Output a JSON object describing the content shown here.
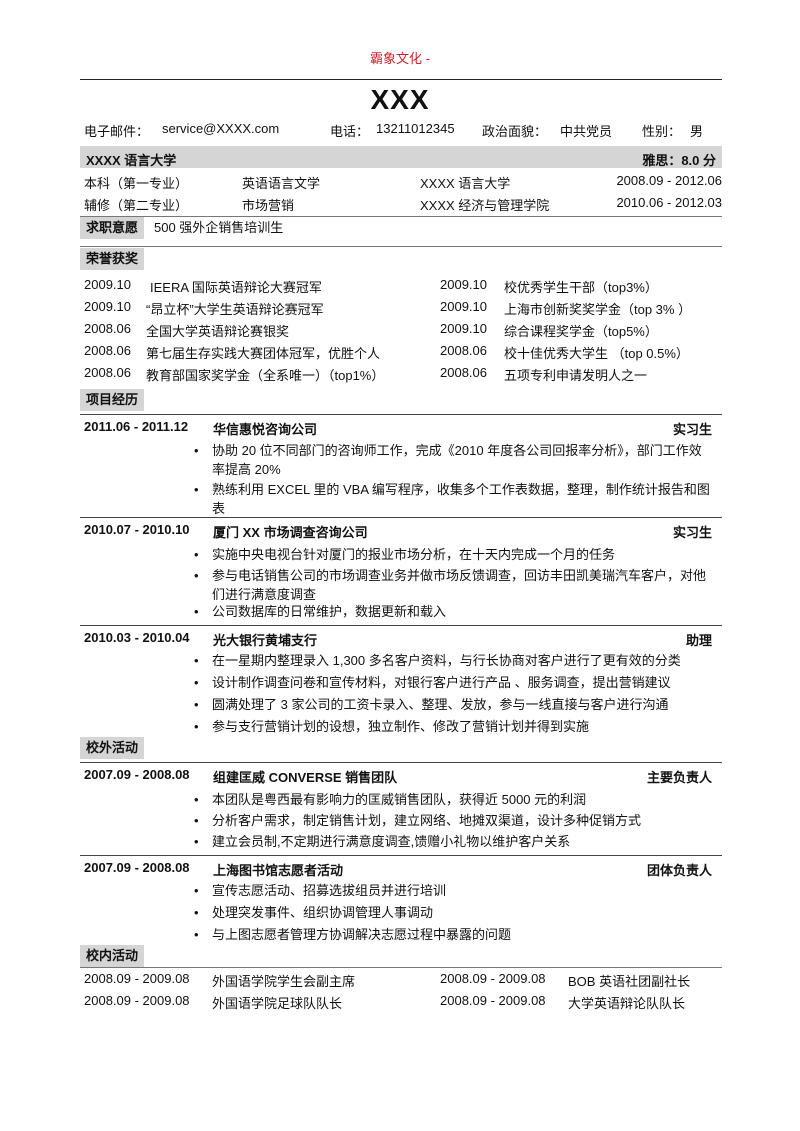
{
  "brand": "霸象文化 -",
  "name": "XXX",
  "contact": {
    "email_label": "电子邮件：",
    "email": "service@XXXX.com",
    "phone_label": "电话：",
    "phone": "13211012345",
    "politics_label": "政治面貌：",
    "politics": "中共党员",
    "gender_label": "性别：",
    "gender": "男"
  },
  "education": {
    "school": "XXXX 语言大学",
    "score": "雅思：8.0 分",
    "rows": [
      {
        "type": "本科（第一专业）",
        "major": "英语语言文学",
        "school": "XXXX 语言大学",
        "period": "2008.09 - 2012.06"
      },
      {
        "type": "辅修（第二专业）",
        "major": "市场营销",
        "school": "XXXX 经济与管理学院",
        "period": "2010.06 - 2012.03"
      }
    ]
  },
  "objective": {
    "label": "求职意愿",
    "text": "500 强外企销售培训生"
  },
  "honors": {
    "label": "荣誉获奖",
    "left": [
      {
        "date": "2009.10",
        "text": "IEERA 国际英语辩论大赛冠军"
      },
      {
        "date": "2009.10",
        "text": "“昂立杯”大学生英语辩论赛冠军"
      },
      {
        "date": "2008.06",
        "text": "全国大学英语辩论赛银奖"
      },
      {
        "date": "2008.06",
        "text": "第七届生存实践大赛团体冠军，优胜个人"
      },
      {
        "date": "2008.06",
        "text": "教育部国家奖学金（全系唯一）（top1%）"
      }
    ],
    "right": [
      {
        "date": "2009.10",
        "text": "校优秀学生干部（top3%）"
      },
      {
        "date": "2009.10",
        "text": "上海市创新奖奖学金（top 3% ）"
      },
      {
        "date": "2009.10",
        "text": "综合课程奖学金（top5%）"
      },
      {
        "date": "2008.06",
        "text": "校十佳优秀大学生 （top 0.5%）"
      },
      {
        "date": "2008.06",
        "text": "五项专利申请发明人之一"
      }
    ]
  },
  "projects": {
    "label": "项目经历",
    "entries": [
      {
        "date": "2011.06 - 2011.12",
        "org": "华信惠悦咨询公司",
        "role": "实习生",
        "bullets": [
          "协助 20 位不同部门的咨询师工作，完成《2010 年度各公司回报率分析》，部门工作效率提高 20%",
          "熟练利用 EXCEL 里的 VBA 编写程序，收集多个工作表数据，整理，制作统计报告和图表"
        ]
      },
      {
        "date": "2010.07 - 2010.10",
        "org": "厦门 XX 市场调查咨询公司",
        "role": "实习生",
        "bullets": [
          "实施中央电视台针对厦门的报业市场分析，在十天内完成一个月的任务",
          "参与电话销售公司的市场调查业务并做市场反馈调查，回访丰田凯美瑞汽车客户，对他们进行满意度调查",
          "公司数据库的日常维护，数据更新和载入"
        ]
      },
      {
        "date": "2010.03 - 2010.04",
        "org": "光大银行黄埔支行",
        "role": "助理",
        "bullets": [
          "在一星期内整理录入 1,300 多名客户资料，与行长协商对客户进行了更有效的分类",
          "设计制作调查问卷和宣传材料，对银行客户进行产品 、服务调查，提出营销建议",
          "圆满处理了 3 家公司的工资卡录入、整理、发放，参与一线直接与客户进行沟通",
          "参与支行营销计划的设想，独立制作、修改了营销计划并得到实施"
        ]
      }
    ]
  },
  "outside": {
    "label": "校外活动",
    "entries": [
      {
        "date": "2007.09 - 2008.08",
        "org": "组建匡威 CONVERSE 销售团队",
        "role": "主要负责人",
        "bullets": [
          "本团队是粤西最有影响力的匡威销售团队，获得近 5000 元的利润",
          "分析客户需求，制定销售计划，建立网络、地摊双渠道，设计多种促销方式",
          "建立会员制,不定期进行满意度调查,馈赠小礼物以维护客户关系"
        ]
      },
      {
        "date": "2007.09 - 2008.08",
        "org": "上海图书馆志愿者活动",
        "role": "团体负责人",
        "bullets": [
          "宣传志愿活动、招募选拔组员并进行培训",
          "处理突发事件、组织协调管理人事调动",
          "与上图志愿者管理方协调解决志愿过程中暴露的问题"
        ]
      }
    ]
  },
  "campus": {
    "label": "校内活动",
    "rows": [
      {
        "l_date": "2008.09 - 2009.08",
        "l_text": "外国语学院学生会副主席",
        "r_date": "2008.09 - 2009.08",
        "r_text": "BOB 英语社团副社长"
      },
      {
        "l_date": "2008.09 - 2009.08",
        "l_text": "外国语学院足球队队长",
        "r_date": "2008.09 - 2009.08",
        "r_text": "大学英语辩论队队长"
      }
    ]
  }
}
